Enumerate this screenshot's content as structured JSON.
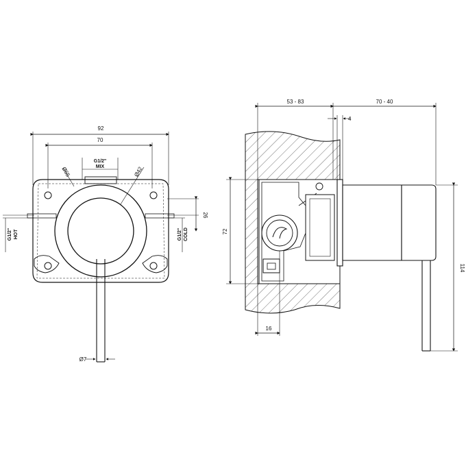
{
  "front_view": {
    "width_overall": "92",
    "width_holes": "70",
    "inlet_mix_size": "G1/2\"",
    "inlet_mix_label": "MIX",
    "diameter_outer": "Ø65",
    "diameter_plate": "Ø42",
    "offset_26": "26",
    "hot_size": "G1/2\"",
    "hot_label": "HOT",
    "cold_size": "G1/2\"",
    "cold_label": "COLD",
    "lever_diameter": "Ø7"
  },
  "side_view": {
    "depth_range": "53 - 83",
    "projection_range": "70 - 40",
    "plate_thickness": "4",
    "body_height": "72",
    "bottom_offset": "16",
    "total_height": "114"
  }
}
